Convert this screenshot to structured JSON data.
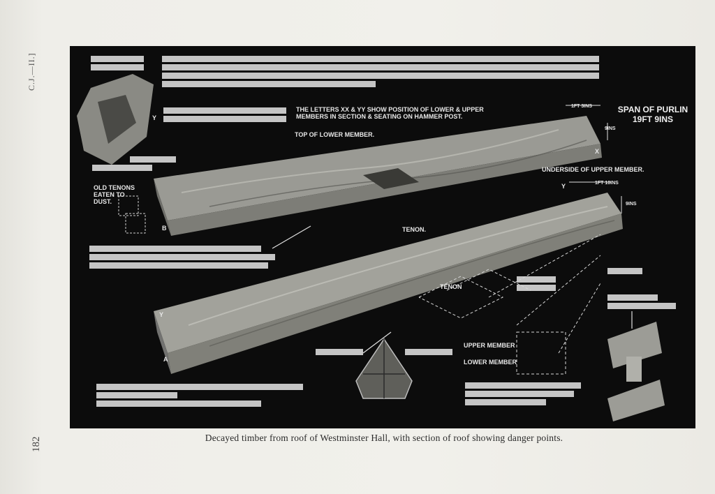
{
  "margin": {
    "running_head": "C.J.—II.]",
    "page_number": "182"
  },
  "caption": "Decayed timber from roof of Westminster Hall, with section of roof showing danger points.",
  "plate": {
    "letters_note_1": "THE LETTERS XX & YY SHOW POSITION OF LOWER & UPPER",
    "letters_note_2": "MEMBERS IN SECTION & SEATING ON HAMMER POST.",
    "top_lower_member": "TOP OF LOWER MEMBER.",
    "underside_upper_member": "UNDERSIDE OF UPPER MEMBER.",
    "span_title": "SPAN OF PURLIN",
    "span_value": "19FT 9INS",
    "dim_top_1": "1FT 3INS",
    "dim_top_2": "9INS",
    "dim_upper_1": "1FT 10INS",
    "dim_upper_2": "9INS",
    "old_tenons_1": "OLD TENONS",
    "old_tenons_2": "EATEN TO",
    "old_tenons_3": "DUST.",
    "tenon_1": "TENON.",
    "tenon_2": "TENON",
    "upper_member": "UPPER MEMBER",
    "lower_member": "LOWER MEMBER",
    "letter_x": "X",
    "letter_y": "Y",
    "letter_a": "A",
    "letter_b": "B"
  }
}
